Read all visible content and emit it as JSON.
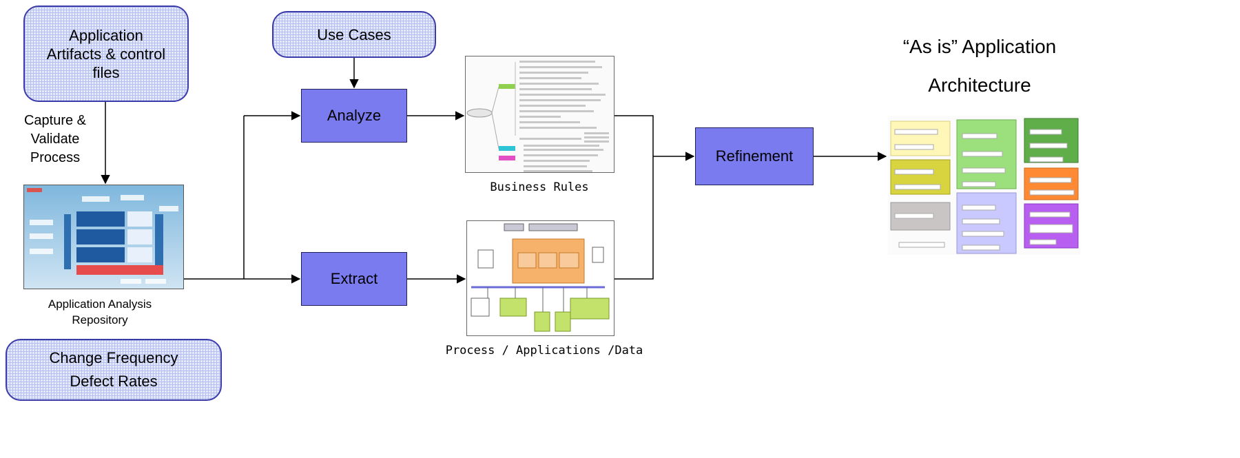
{
  "inputs": {
    "artifacts": [
      "Application",
      "Artifacts & control",
      "files"
    ],
    "use_cases": "Use Cases",
    "metrics": [
      "Change Frequency",
      "Defect Rates"
    ]
  },
  "capture_label": [
    "Capture &",
    "Validate",
    "Process"
  ],
  "repository_caption": [
    "Application Analysis",
    "Repository"
  ],
  "processes": {
    "analyze": "Analyze",
    "extract": "Extract",
    "refinement": "Refinement"
  },
  "outputs": {
    "business_rules_caption": "Business Rules",
    "process_caption": "Process / Applications /Data",
    "as_is_title": [
      "“As is” Application",
      "Architecture"
    ]
  },
  "colors": {
    "input_box_fill": "#e3e8fb",
    "input_box_border": "#3a3aa8",
    "process_fill": "#7b7bf0",
    "line": "#000000"
  }
}
